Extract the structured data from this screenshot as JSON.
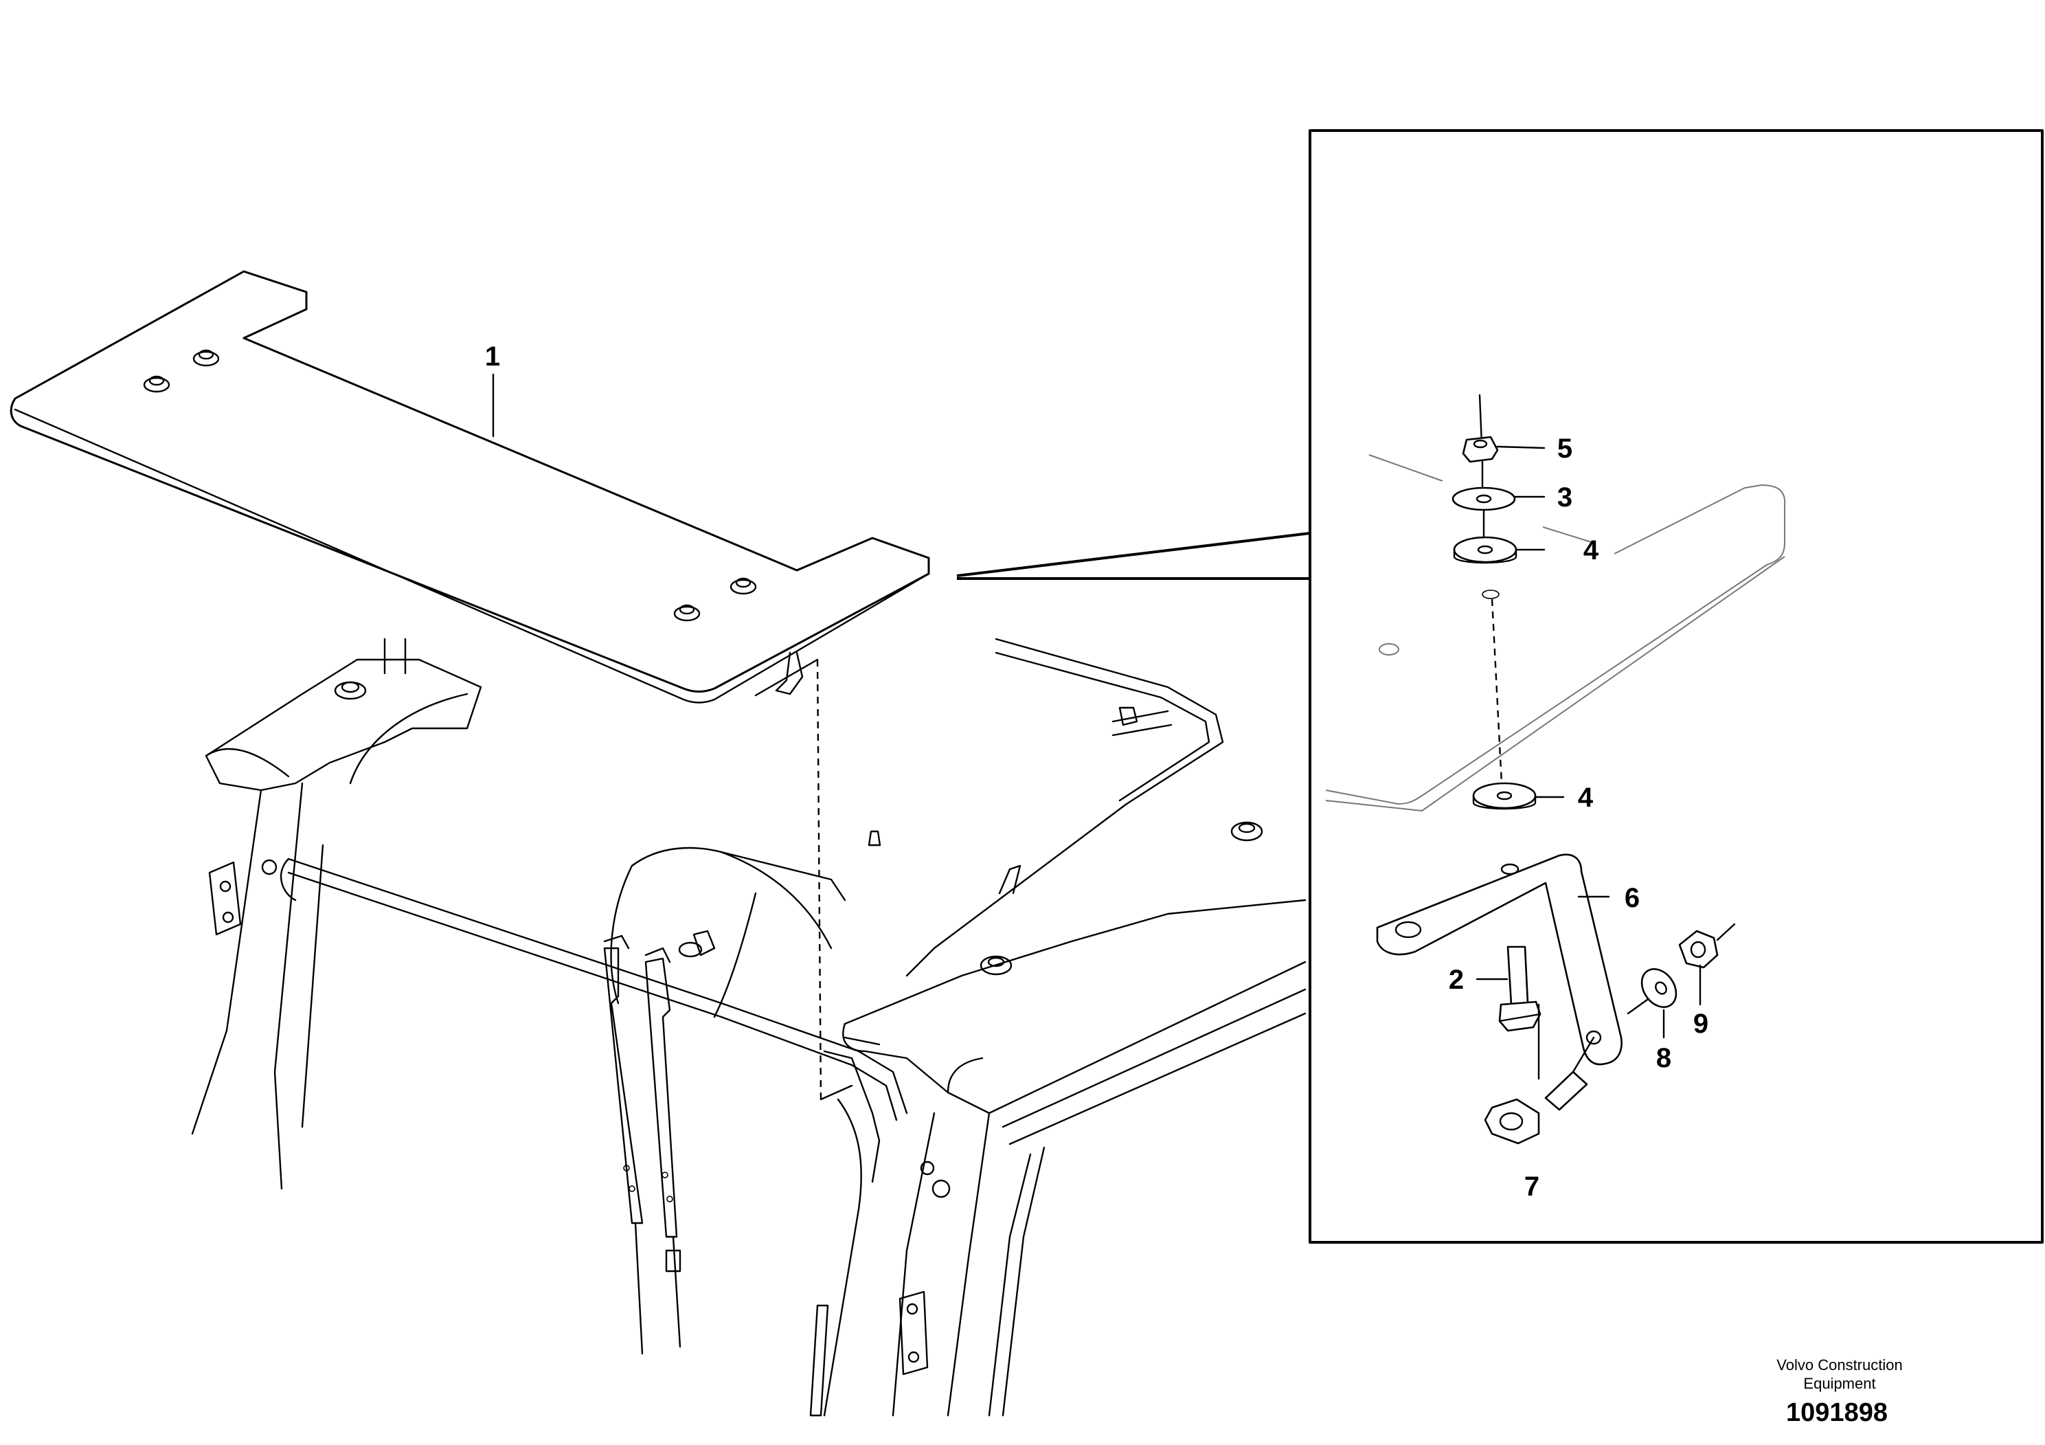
{
  "callouts": {
    "c1": "1",
    "c2": "2",
    "c3": "3",
    "c4a": "4",
    "c4b": "4",
    "c5": "5",
    "c6": "6",
    "c7": "7",
    "c8": "8",
    "c9": "9"
  },
  "footer": {
    "brand_line1": "Volvo Construction",
    "brand_line2": "Equipment",
    "drawing_number": "1091898"
  }
}
